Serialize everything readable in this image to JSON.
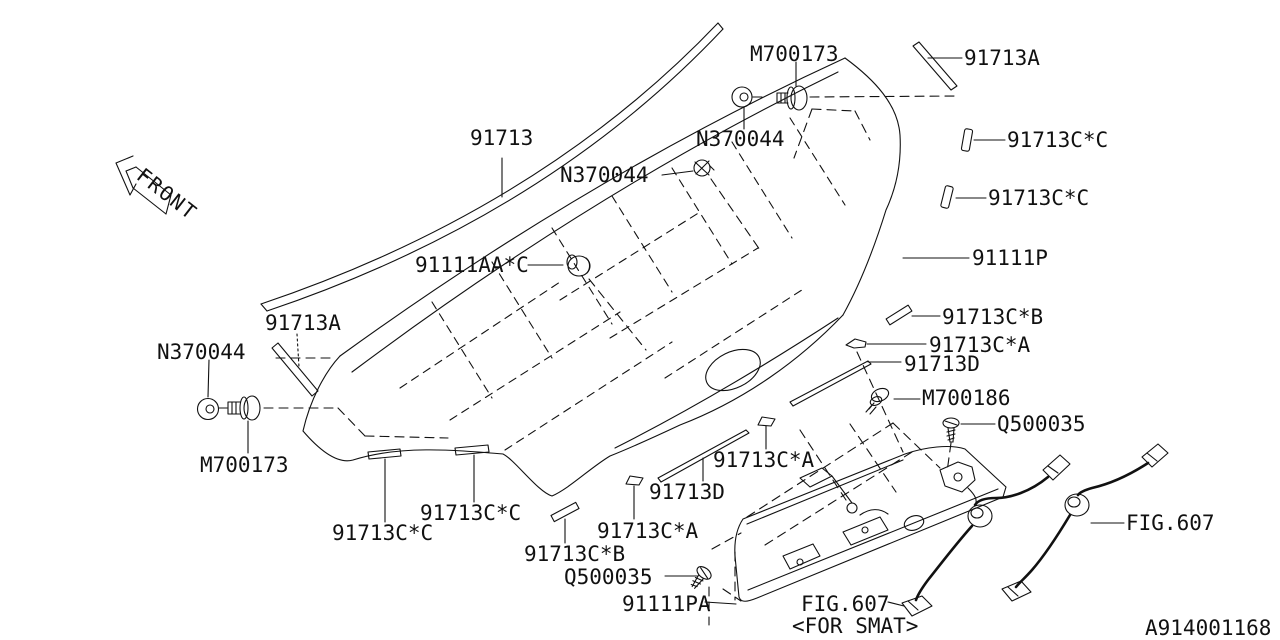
{
  "diagram": {
    "figure_id": "A914001168",
    "front_label": "FRONT",
    "line_color": "#111111",
    "background_color": "#ffffff"
  },
  "labels": [
    {
      "id": "front",
      "text": "FRONT"
    },
    {
      "id": "m700173-top",
      "text": "M700173"
    },
    {
      "id": "91713a-right",
      "text": "91713A"
    },
    {
      "id": "91713",
      "text": "91713"
    },
    {
      "id": "n370044-top",
      "text": "N370044"
    },
    {
      "id": "91713cc-right-1",
      "text": "91713C*C"
    },
    {
      "id": "n370044-mid",
      "text": "N370044"
    },
    {
      "id": "91713cc-right-2",
      "text": "91713C*C"
    },
    {
      "id": "91111aac",
      "text": "91111AA*C"
    },
    {
      "id": "91111p",
      "text": "91111P"
    },
    {
      "id": "91713a-left",
      "text": "91713A"
    },
    {
      "id": "91713cb-right",
      "text": "91713C*B"
    },
    {
      "id": "n370044-left",
      "text": "N370044"
    },
    {
      "id": "91713ca-right",
      "text": "91713C*A"
    },
    {
      "id": "91713d-right",
      "text": "91713D"
    },
    {
      "id": "m700186",
      "text": "M700186"
    },
    {
      "id": "q500035-right",
      "text": "Q500035"
    },
    {
      "id": "m700173-left",
      "text": "M700173"
    },
    {
      "id": "91713ca-bottom-right",
      "text": "91713C*A"
    },
    {
      "id": "91713d-bottom",
      "text": "91713D"
    },
    {
      "id": "91713cc-bottom-2",
      "text": "91713C*C"
    },
    {
      "id": "91713cc-bottom-1",
      "text": "91713C*C"
    },
    {
      "id": "91713ca-bottom-left",
      "text": "91713C*A"
    },
    {
      "id": "91713cb-bottom",
      "text": "91713C*B"
    },
    {
      "id": "q500035-bottom",
      "text": "Q500035"
    },
    {
      "id": "91111pa",
      "text": "91111PA"
    },
    {
      "id": "fig607-bottom",
      "text": "FIG.607"
    },
    {
      "id": "fig607-note",
      "text": "<FOR SMAT>"
    },
    {
      "id": "fig607-right",
      "text": "FIG.607"
    },
    {
      "id": "figure-id",
      "text": "A914001168"
    }
  ]
}
